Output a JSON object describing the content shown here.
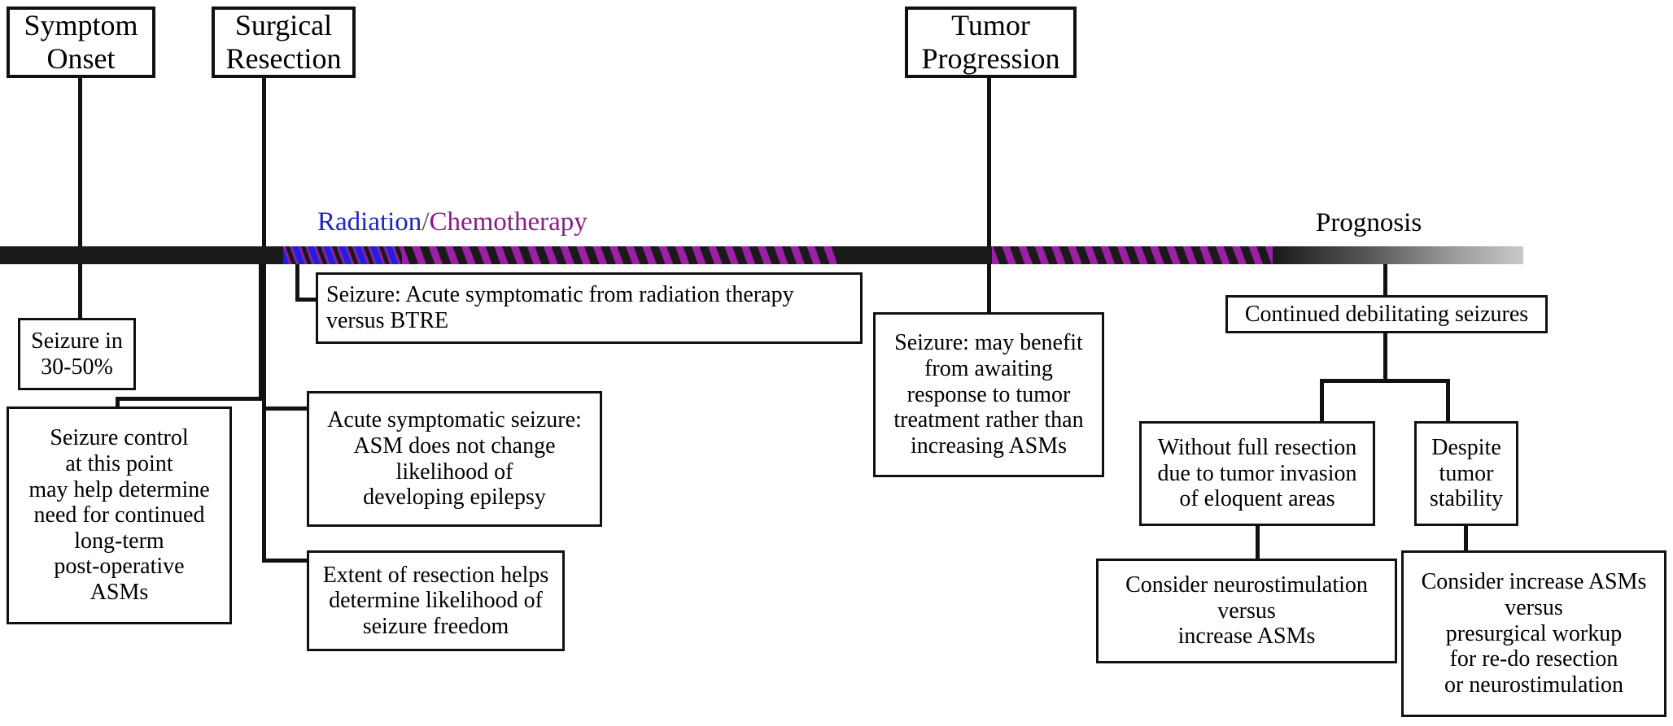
{
  "figure": {
    "type": "clinical-timeline-flowchart",
    "topic": "Seizure management across the brain tumor disease course"
  },
  "milestones": [
    {
      "id": "symptom-onset",
      "label": "Symptom\nOnset"
    },
    {
      "id": "surgical-resection",
      "label": "Surgical\nResection"
    },
    {
      "id": "tumor-progression",
      "label": "Tumor\nProgression"
    }
  ],
  "timeline": {
    "labels": {
      "radiation": "Radiation",
      "separator": "/",
      "chemotherapy": "Chemotherapy",
      "prognosis": "Prognosis"
    },
    "colors": {
      "radiation": "#2222cc",
      "chemotherapy": "#8b1a8b",
      "bar": "#1a1a1a",
      "fade_end": "#c9c9c9"
    },
    "segments": [
      {
        "name": "pre-treatment",
        "style": "solid"
      },
      {
        "name": "radiation-chemo",
        "style": "hatch-blue-purple"
      },
      {
        "name": "chemotherapy",
        "style": "hatch-purple"
      },
      {
        "name": "surveillance",
        "style": "solid"
      },
      {
        "name": "salvage-chemotherapy",
        "style": "hatch-purple"
      },
      {
        "name": "prognosis-fade",
        "style": "gradient"
      }
    ]
  },
  "notes": {
    "seizure_incidence": "Seizure in\n30-50%",
    "seizure_control": "Seizure control\nat this point\nmay help determine\nneed for continued\nlong-term\npost-operative\nASMs",
    "acute_symptomatic": "Acute symptomatic seizure:\nASM does not change\nlikelihood of\ndeveloping epilepsy",
    "extent_of_resection": "Extent of resection helps\ndetermine likelihood of\nseizure freedom",
    "radiation_vs_btre": "Seizure: Acute symptomatic from radiation therapy\nversus BTRE",
    "progression_seizure": "Seizure: may benefit\nfrom awaiting\nresponse to tumor\ntreatment rather than\nincreasing ASMs"
  },
  "prognosis_branch": {
    "root": "Continued debilitating seizures",
    "children": [
      {
        "condition": "Without full resection\ndue to tumor invasion\nof eloquent areas",
        "action": "Consider neurostimulation\nversus\nincrease ASMs"
      },
      {
        "condition": "Despite\ntumor\nstability",
        "action": "Consider increase ASMs\nversus\npresurgical workup\nfor re-do resection\nor neurostimulation"
      }
    ]
  }
}
